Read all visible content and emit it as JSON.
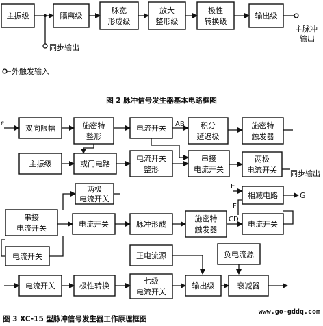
{
  "fig2": {
    "blocks": {
      "main_osc": "主振级",
      "isolation": "隔离级",
      "pw_form_1": "脉宽",
      "pw_form_2": "形成级",
      "amp_1": "放大",
      "amp_2": "整形级",
      "polarity_1": "极性",
      "polarity_2": "转换级",
      "output": "输出级"
    },
    "main_pulse_out_1": "主脉冲",
    "main_pulse_out_2": "输出",
    "sync_out": "同步输出",
    "ext_trigger_in": "外触发输入",
    "caption": "图 2  脉冲信号发生器基本电路框图"
  },
  "fig3": {
    "blocks": {
      "bidir_limit": "双向限幅",
      "schmitt_shape_1": "施密特",
      "schmitt_shape_2": "整形",
      "cs1": "电流开关",
      "integ_1": "积分",
      "integ_2": "延迟极",
      "schmitt_trig_1": "施密特",
      "schmitt_trig_2": "触发器",
      "main_osc": "主振级",
      "or_gate": "或门电路",
      "cs_shape_1": "电流开关",
      "cs_shape_2": "整形",
      "series_cs_1": "串接",
      "series_cs_2": "电流开关",
      "two_pole_cs_1": "两极",
      "two_pole_cs_2": "电流开关",
      "two_pole_top_1": "两极",
      "two_pole_top_2": "电流开关",
      "subtract": "相减电路",
      "series_left_1": "串接",
      "series_left_2": "电流开关",
      "cs_mid": "电流开关",
      "pulse_form": "脉冲形成",
      "schmitt_trig_b_1": "施密特",
      "schmitt_trig_b_2": "触发器",
      "cs_right": "电流开关",
      "cs_left_small": "电流开关",
      "pos_source": "正电流源",
      "neg_source": "负电流源",
      "cs_bottom": "电流开关",
      "polarity": "极性转换",
      "seven_cs_1": "七级",
      "seven_cs_2": "电流开关",
      "output": "输出级",
      "attenuator": "衰减器"
    },
    "label_ab": "AB",
    "label_e": "E",
    "label_f": "F",
    "label_cd": "CD",
    "label_g": "G",
    "sync_out": "同步输出",
    "left_mark": "ε",
    "caption": "图 3  XC-15 型脉冲信号发生器工作原理框图",
    "watermark": "www.go-gddq.com"
  }
}
